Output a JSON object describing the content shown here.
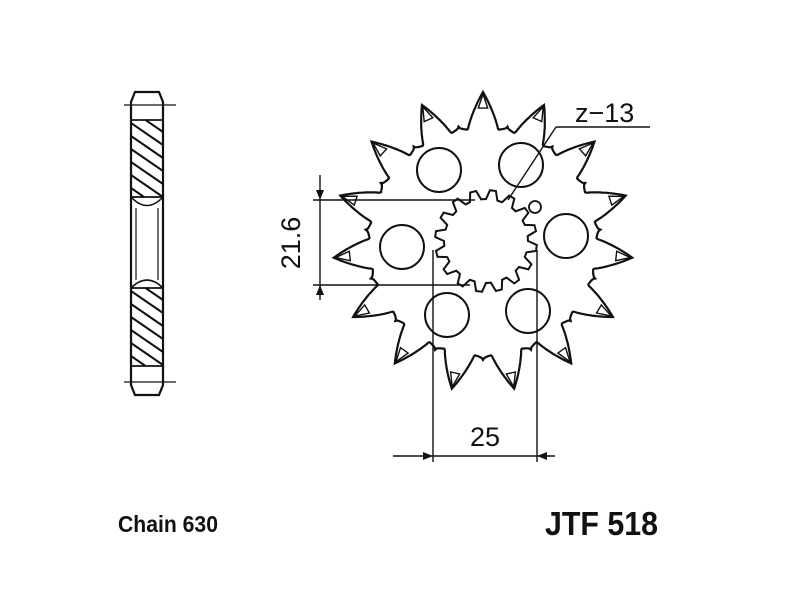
{
  "labels": {
    "chain": "Chain 630",
    "part_number": "JTF 518",
    "teeth": "z−13",
    "dim_spline": "21.6",
    "dim_holes": "25"
  },
  "sprocket": {
    "teeth_drawn": 15,
    "bolt_holes": 6
  },
  "colors": {
    "line": "#111111",
    "background": "#ffffff"
  }
}
